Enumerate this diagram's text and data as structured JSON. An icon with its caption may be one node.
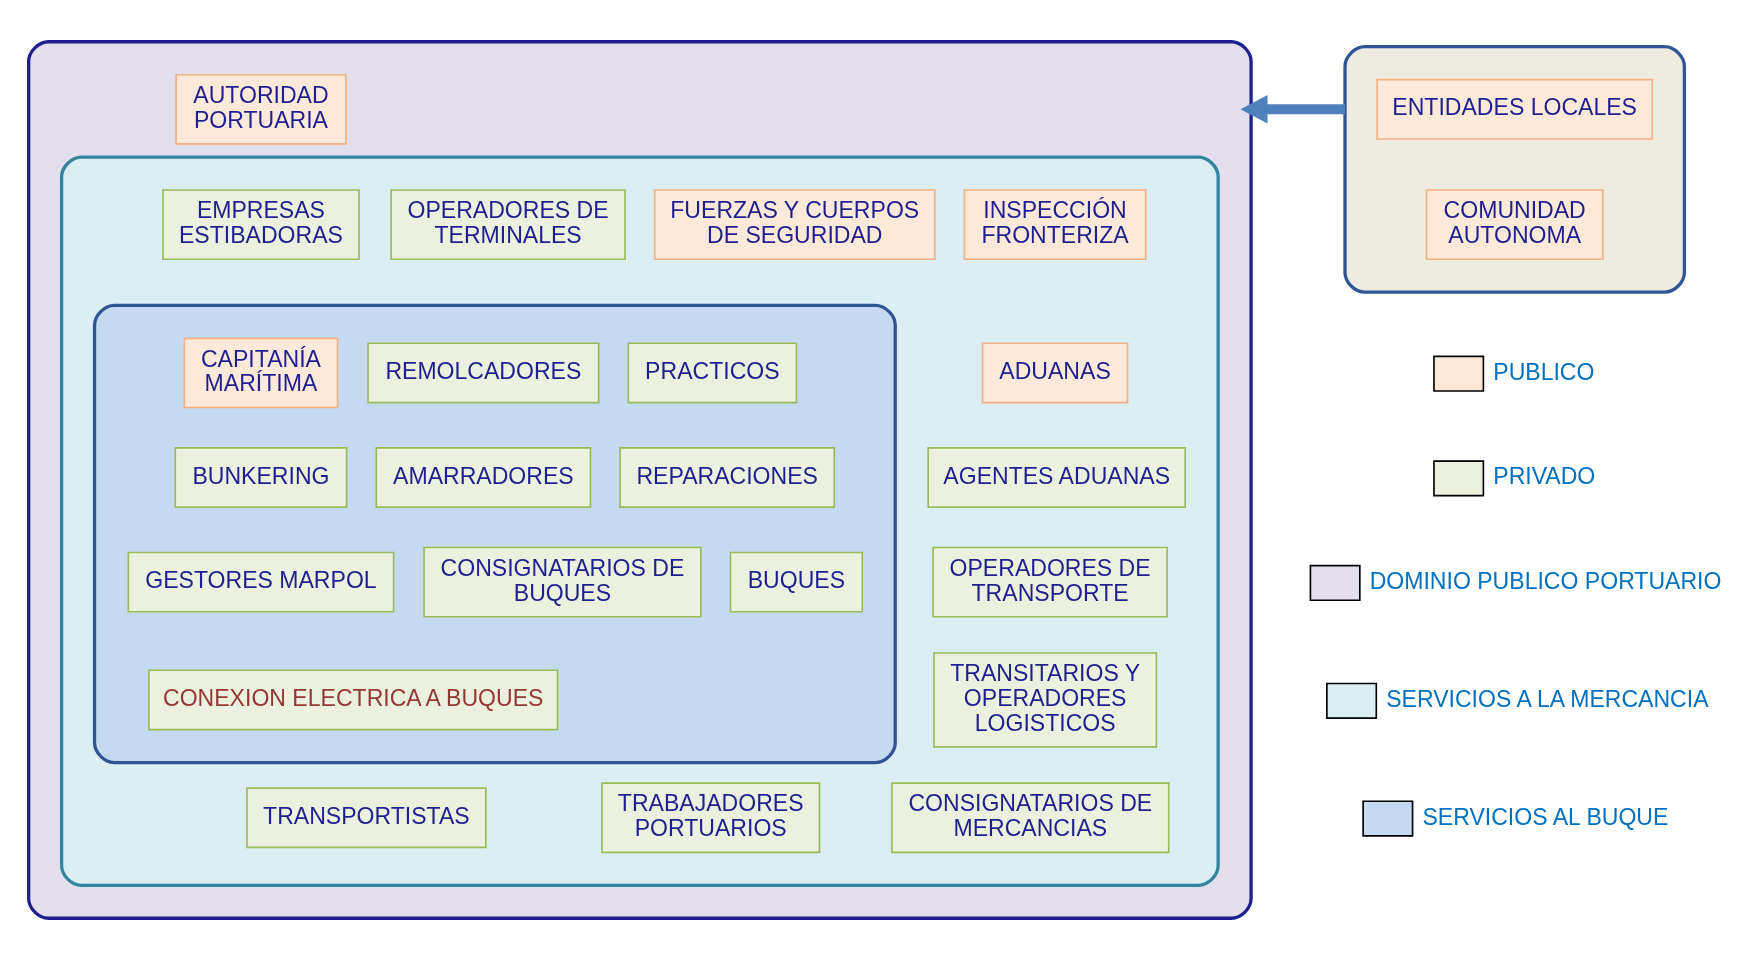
{
  "diagram": {
    "nodes": [
      {
        "text": [],
        "shape": "box"
      },
      {
        "text": [
          "AUTORIDAD PORTUARIA"
        ],
        "in": 0
      },
      {
        "text": [],
        "shape": "box",
        "in": 0
      },
      {
        "text": [
          "EMPRESAS ESTIBADORAS"
        ],
        "in": 2
      },
      {
        "text": [
          "OPERADORES DE TERMINALES"
        ],
        "in": 2
      },
      {
        "text": [
          "FUERZAS Y CUERPOS DE SEGURIDAD"
        ],
        "in": 2
      },
      {
        "text": [
          "INSPECCIÓN FRONTERIZA"
        ],
        "in": 2
      },
      {
        "text": [],
        "shape": "box",
        "in": 2
      },
      {
        "text": [
          "CAPITANÍA MARÍTIMA"
        ],
        "in": 7
      },
      {
        "text": [
          "REMOLCADORES"
        ],
        "in": 7
      },
      {
        "text": [
          "PRACTICOS"
        ],
        "in": 7
      },
      {
        "text": [
          "BUNKERING"
        ],
        "in": 7
      },
      {
        "text": [
          "AMARRADORES"
        ],
        "in": 7
      },
      {
        "text": [
          "REPARACIONES"
        ],
        "in": 7
      },
      {
        "text": [
          "GESTORES MARPOL"
        ],
        "in": 7
      },
      {
        "text": [
          "CONSIGNATARIOS DE BUQUES"
        ],
        "in": 7
      },
      {
        "text": [
          "BUQUES"
        ],
        "in": 7
      },
      {
        "text": [
          "CONEXION ELECTRICA A BUQUES"
        ],
        "in": 7
      },
      {
        "text": [
          "ADUANAS"
        ],
        "in": 2
      },
      {
        "text": [
          "AGENTES ADUANAS"
        ],
        "in": 2
      },
      {
        "text": [
          "OPERADORES DE TRANSPORTE"
        ],
        "in": 2
      },
      {
        "text": [
          "TRANSITARIOS Y OPERADORES LOGISTICOS"
        ],
        "in": 2
      },
      {
        "text": [
          "TRANSPORTISTAS"
        ],
        "in": 2
      },
      {
        "text": [
          "TRABAJADORES PORTUARIOS"
        ],
        "in": 2
      },
      {
        "text": [
          "CONSIGNATARIOS DE MERCANCIAS"
        ],
        "in": 2
      },
      {
        "text": [],
        "shape": "box"
      },
      {
        "text": [
          "ENTIDADES LOCALES"
        ],
        "in": 25
      },
      {
        "text": [
          "COMUNIDAD AUTONOMA"
        ],
        "in": 25
      }
    ],
    "edges": [
      {
        "from": 25,
        "to": 0,
        "arrow": "to"
      }
    ],
    "legend": [
      {
        "text": "PUBLICO",
        "color": "#fde9d9"
      },
      {
        "text": "PRIVADO",
        "color": "#ebf1de"
      },
      {
        "text": "DOMINIO PUBLICO PORTUARIO",
        "color": "#e4dfec"
      },
      {
        "text": "SERVICIOS A LA MERCANCIA",
        "color": "#daeef3"
      },
      {
        "text": "SERVICIOS AL BUQUE",
        "color": "#c5d9f1"
      }
    ]
  }
}
